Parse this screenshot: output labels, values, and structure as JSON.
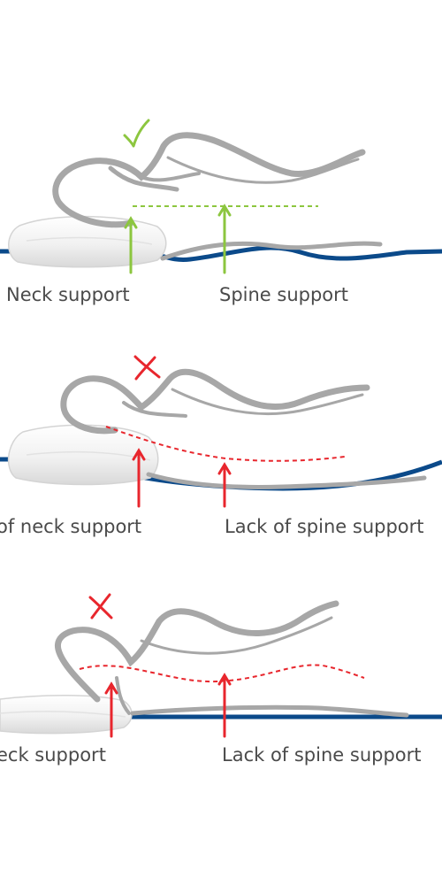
{
  "colors": {
    "good": "#8cc63f",
    "bad": "#e8262d",
    "mattress": "#0b4a8a",
    "body": "#a7a7a7",
    "label": "#4a4a4a"
  },
  "panels": [
    {
      "status_icon": "checkmark-icon",
      "status_color": "#8cc63f",
      "neck_label": "Neck support",
      "spine_label": "Spine support"
    },
    {
      "status_icon": "cross-icon",
      "status_color": "#e8262d",
      "neck_label": "of neck support",
      "spine_label": "Lack of spine support"
    },
    {
      "status_icon": "cross-icon",
      "status_color": "#e8262d",
      "neck_label": "eck support",
      "spine_label": "Lack of spine support"
    }
  ]
}
